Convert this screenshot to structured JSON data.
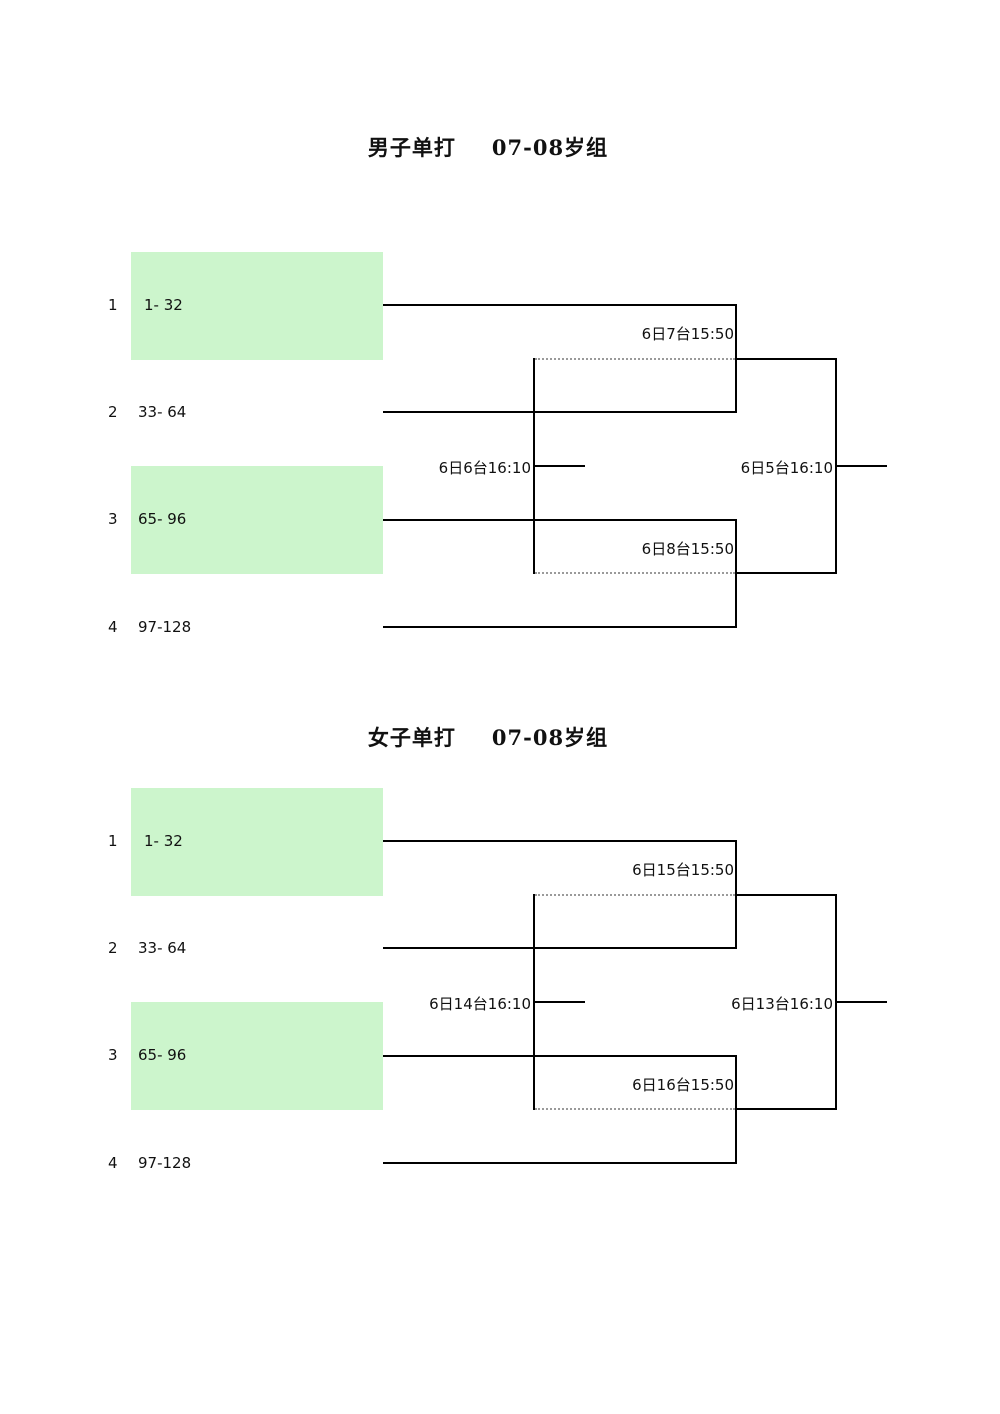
{
  "sections": [
    {
      "event": "男子单打",
      "group": "07-08岁组",
      "entries": [
        {
          "position": "1",
          "range": "1- 32",
          "highlighted": true
        },
        {
          "position": "2",
          "range": "33- 64",
          "highlighted": false
        },
        {
          "position": "3",
          "range": "65- 96",
          "highlighted": true
        },
        {
          "position": "4",
          "range": "97-128",
          "highlighted": false
        }
      ],
      "matches": {
        "semi_top": "6日7台15:50",
        "semi_bottom": "6日8台15:50",
        "third_place": "6日6台16:10",
        "final": "6日5台16:10"
      }
    },
    {
      "event": "女子单打",
      "group": "07-08岁组",
      "entries": [
        {
          "position": "1",
          "range": "1- 32",
          "highlighted": true
        },
        {
          "position": "2",
          "range": "33- 64",
          "highlighted": false
        },
        {
          "position": "3",
          "range": "65- 96",
          "highlighted": true
        },
        {
          "position": "4",
          "range": "97-128",
          "highlighted": false
        }
      ],
      "matches": {
        "semi_top": "6日15台15:50",
        "semi_bottom": "6日16台15:50",
        "third_place": "6日14台16:10",
        "final": "6日13台16:10"
      }
    }
  ],
  "colors": {
    "highlight": "#ccf5cc",
    "line": "#000000",
    "dotted": "#9a9a9a"
  }
}
